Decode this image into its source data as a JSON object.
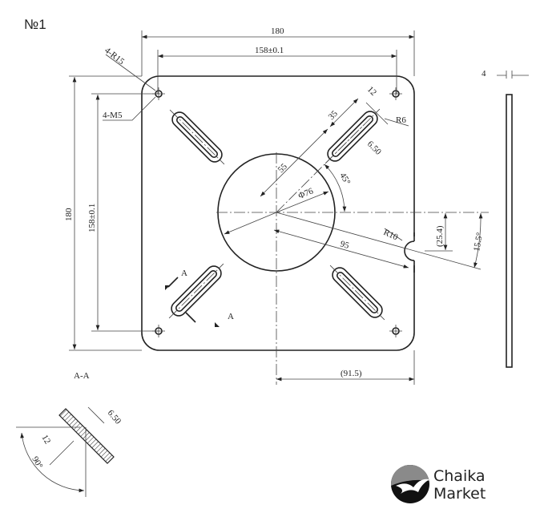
{
  "title": "№1",
  "dimensions": {
    "width_overall": "180",
    "hole_spacing_top": "158±0.1",
    "height_overall": "180",
    "hole_spacing_left": "158±0.1",
    "corner_radius": "4-R15",
    "thread_holes": "4-M5",
    "slot_width": "12",
    "slot_radius": "R6",
    "slot_length": "35",
    "slot_inner_width": "6.50",
    "slot_offset": "55",
    "center_hole_diameter": "Φ76",
    "slot_angle": "45°",
    "notch_radius": "R10",
    "notch_offset": "(25.4)",
    "notch_angle": "15.5°",
    "notch_distance": "95",
    "center_to_edge": "(91.5)",
    "thickness": "4"
  },
  "section": {
    "marker_1": "A",
    "marker_2": "A",
    "label": "A-A",
    "width": "12",
    "inner_width": "6.50",
    "angle": "90°"
  },
  "logo": {
    "line1": "Chaika",
    "line2": "Market"
  },
  "colors": {
    "line": "#222222",
    "logo_dark": "#111111",
    "logo_gray": "#8a8a8a"
  }
}
